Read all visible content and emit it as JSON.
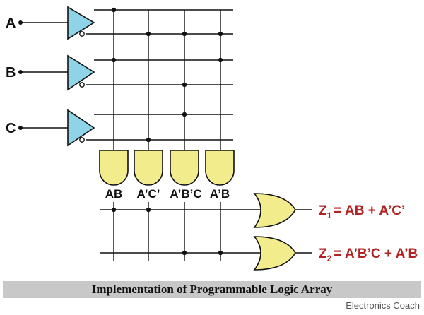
{
  "inputs": [
    "A",
    "B",
    "C"
  ],
  "product_terms": [
    "AB",
    "A’C’",
    "A’B’C",
    "A’B"
  ],
  "outputs": [
    {
      "name": "Z",
      "sub": "1",
      "expr": "= AB + A’C’"
    },
    {
      "name": "Z",
      "sub": "2",
      "expr": "= A’B’C + A’B"
    }
  ],
  "caption": "Implementation of  Programmable Logic Array",
  "credit": "Electronics Coach",
  "colors": {
    "buffer_fill": "#8ed3e8",
    "gate_fill": "#f2ec8c",
    "output_text": "#b22222",
    "wire": "#111111",
    "caption_bg": "#c8c8c8"
  }
}
